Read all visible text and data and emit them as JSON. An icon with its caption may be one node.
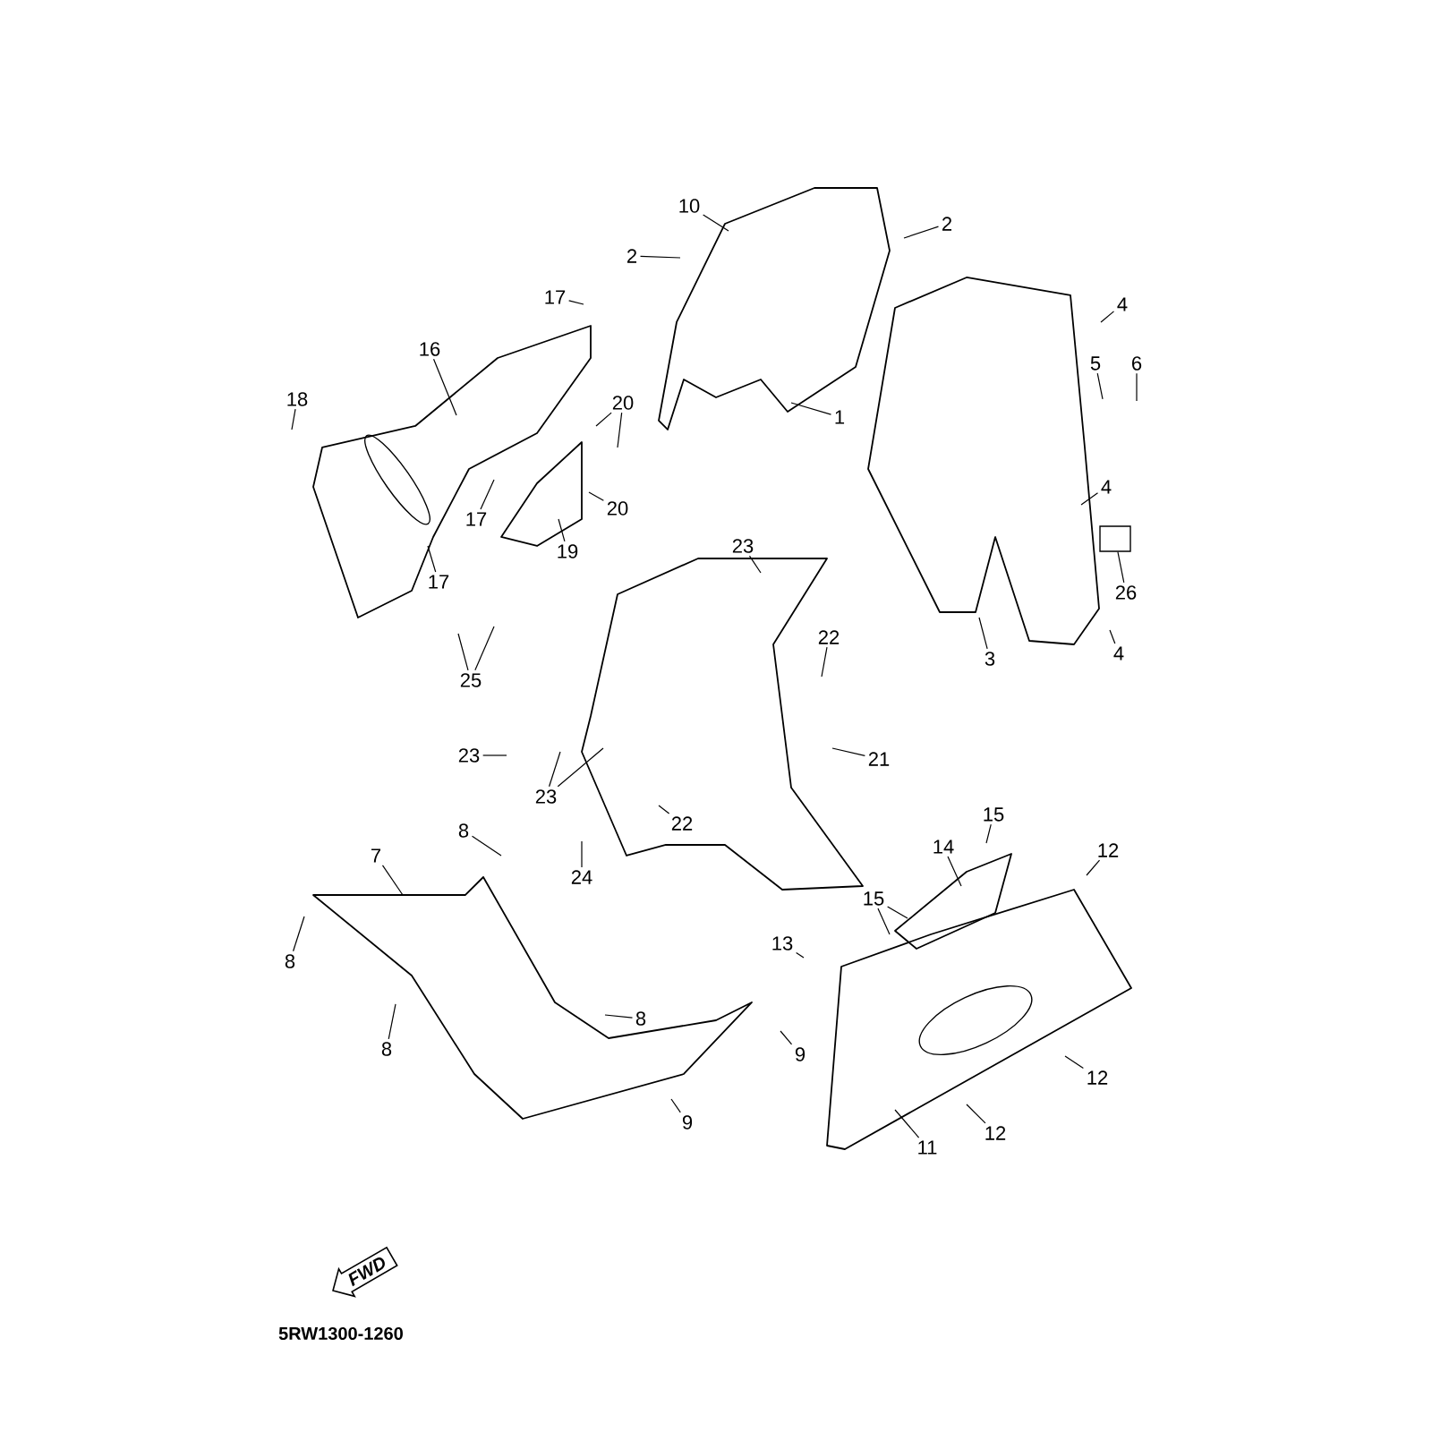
{
  "diagram": {
    "nodes": [
      {
        "text": [
          "10"
        ]
      },
      {
        "text": [
          "2"
        ]
      },
      {
        "text": [
          "2"
        ]
      },
      {
        "text": [
          "17"
        ]
      },
      {
        "text": [
          "4"
        ]
      },
      {
        "text": [
          "16"
        ]
      },
      {
        "text": [
          "5"
        ]
      },
      {
        "text": [
          "6"
        ]
      },
      {
        "text": [
          "18"
        ]
      },
      {
        "text": [
          "20"
        ]
      },
      {
        "text": [
          "1"
        ]
      },
      {
        "text": [
          "4"
        ]
      },
      {
        "text": [
          "20"
        ]
      },
      {
        "text": [
          "17"
        ]
      },
      {
        "text": [
          "19"
        ]
      },
      {
        "text": [
          "23"
        ]
      },
      {
        "text": [
          "17"
        ]
      },
      {
        "text": [
          "26"
        ]
      },
      {
        "text": [
          "22"
        ]
      },
      {
        "text": [
          "3"
        ]
      },
      {
        "text": [
          "4"
        ]
      },
      {
        "text": [
          "25"
        ]
      },
      {
        "text": [
          "21"
        ]
      },
      {
        "text": [
          "23"
        ]
      },
      {
        "text": [
          "23"
        ]
      },
      {
        "text": [
          "22"
        ]
      },
      {
        "text": [
          "15"
        ]
      },
      {
        "text": [
          "8"
        ]
      },
      {
        "text": [
          "14"
        ]
      },
      {
        "text": [
          "12"
        ]
      },
      {
        "text": [
          "7"
        ]
      },
      {
        "text": [
          "24"
        ]
      },
      {
        "text": [
          "15"
        ]
      },
      {
        "text": [
          "13"
        ]
      },
      {
        "text": [
          "8"
        ]
      },
      {
        "text": [
          "8"
        ]
      },
      {
        "text": [
          "8"
        ]
      },
      {
        "text": [
          "9"
        ]
      },
      {
        "text": [
          "12"
        ]
      },
      {
        "text": [
          "9"
        ]
      },
      {
        "text": [
          "12"
        ]
      },
      {
        "text": [
          "11"
        ]
      },
      {
        "text": [],
        "shape": "box"
      },
      {
        "text": [
          "FWD"
        ]
      }
    ],
    "edges": [
      {
        "from": 0,
        "to": null,
        "arrow": "none"
      },
      {
        "from": 1,
        "to": null,
        "arrow": "none"
      },
      {
        "from": 2,
        "to": null,
        "arrow": "none"
      },
      {
        "from": 3,
        "to": null,
        "arrow": "none"
      },
      {
        "from": 4,
        "to": null,
        "arrow": "none"
      },
      {
        "from": 5,
        "to": null,
        "arrow": "none"
      },
      {
        "from": 6,
        "to": null,
        "arrow": "none"
      },
      {
        "from": 7,
        "to": null,
        "arrow": "none"
      },
      {
        "from": 8,
        "to": null,
        "arrow": "none"
      },
      {
        "from": 9,
        "to": null,
        "arrow": "none"
      },
      {
        "from": 9,
        "to": null,
        "arrow": "none"
      },
      {
        "from": 10,
        "to": null,
        "arrow": "none"
      },
      {
        "from": 11,
        "to": null,
        "arrow": "none"
      },
      {
        "from": 12,
        "to": null,
        "arrow": "none"
      },
      {
        "from": 13,
        "to": null,
        "arrow": "none"
      },
      {
        "from": 14,
        "to": null,
        "arrow": "none"
      },
      {
        "from": 15,
        "to": null,
        "arrow": "none"
      },
      {
        "from": 16,
        "to": null,
        "arrow": "none"
      },
      {
        "from": 17,
        "to": 42,
        "arrow": "none"
      },
      {
        "from": 18,
        "to": null,
        "arrow": "none"
      },
      {
        "from": 19,
        "to": null,
        "arrow": "none"
      },
      {
        "from": 20,
        "to": null,
        "arrow": "none"
      },
      {
        "from": 21,
        "to": null,
        "arrow": "none"
      },
      {
        "from": 21,
        "to": null,
        "arrow": "none"
      },
      {
        "from": 22,
        "to": null,
        "arrow": "none"
      },
      {
        "from": 23,
        "to": null,
        "arrow": "none"
      },
      {
        "from": 24,
        "to": null,
        "arrow": "none"
      },
      {
        "from": 24,
        "to": null,
        "arrow": "none"
      },
      {
        "from": 25,
        "to": null,
        "arrow": "none"
      },
      {
        "from": 26,
        "to": null,
        "arrow": "none"
      },
      {
        "from": 27,
        "to": null,
        "arrow": "none"
      },
      {
        "from": 28,
        "to": null,
        "arrow": "none"
      },
      {
        "from": 29,
        "to": null,
        "arrow": "none"
      },
      {
        "from": 30,
        "to": null,
        "arrow": "none"
      },
      {
        "from": 31,
        "to": null,
        "arrow": "none"
      },
      {
        "from": 32,
        "to": null,
        "arrow": "none"
      },
      {
        "from": 32,
        "to": null,
        "arrow": "none"
      },
      {
        "from": 33,
        "to": null,
        "arrow": "none"
      },
      {
        "from": 34,
        "to": null,
        "arrow": "none"
      },
      {
        "from": 35,
        "to": null,
        "arrow": "none"
      },
      {
        "from": 36,
        "to": null,
        "arrow": "none"
      },
      {
        "from": 37,
        "to": null,
        "arrow": "none"
      },
      {
        "from": 38,
        "to": null,
        "arrow": "none"
      },
      {
        "from": 39,
        "to": null,
        "arrow": "none"
      },
      {
        "from": 40,
        "to": null,
        "arrow": "none"
      },
      {
        "from": 41,
        "to": null,
        "arrow": "none"
      }
    ],
    "labels": [
      "5RW1300-1260"
    ]
  }
}
